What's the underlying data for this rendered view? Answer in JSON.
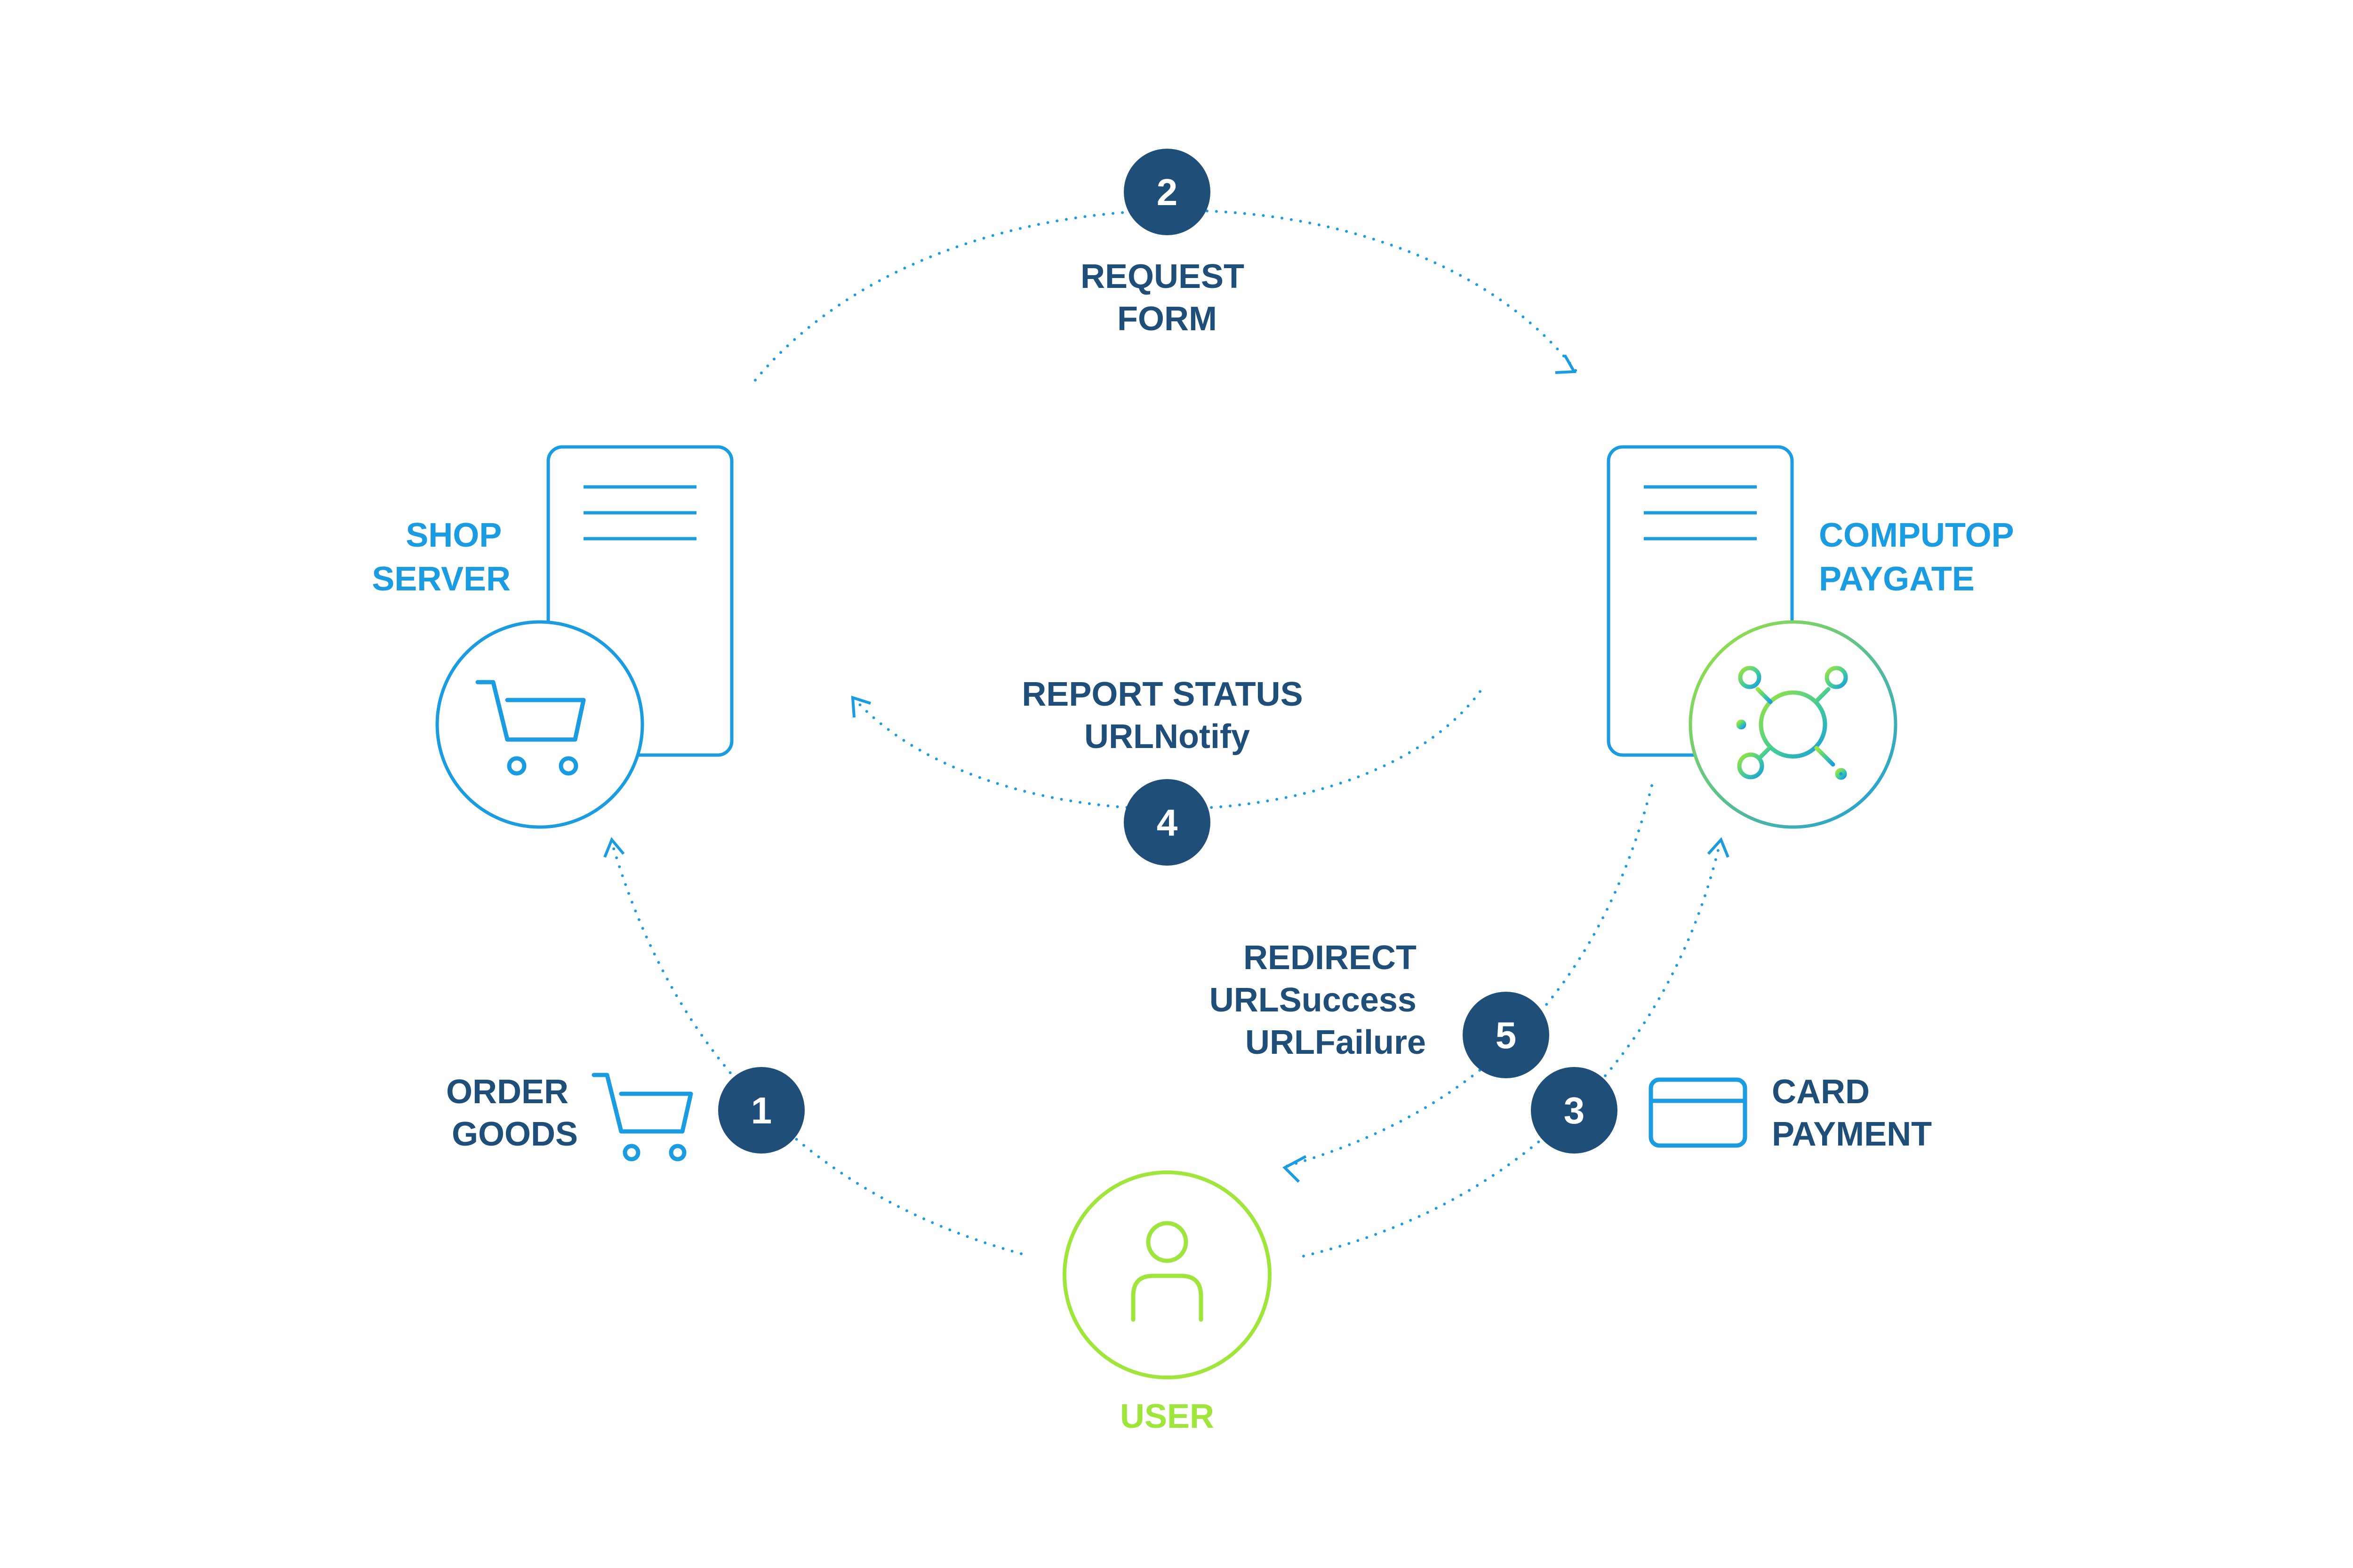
{
  "colors": {
    "dark_navy": "#1f4e79",
    "bright_blue": "#1b9be0",
    "lime_green": "#9fe53c",
    "flow_line": "#1b9be0",
    "background": "#ffffff"
  },
  "nodes": {
    "shop_server": {
      "label_line1": "SHOP",
      "label_line2": "SERVER",
      "icon": "cart-icon"
    },
    "computop_paygate": {
      "label_line1": "COMPUTOP",
      "label_line2": "PAYGATE",
      "icon": "network-hub-icon"
    },
    "user": {
      "label": "USER",
      "icon": "person-icon"
    }
  },
  "steps": [
    {
      "number": "1",
      "lines": [
        "ORDER",
        "GOODS"
      ],
      "icon": "cart-icon"
    },
    {
      "number": "2",
      "lines": [
        "REQUEST",
        "FORM"
      ]
    },
    {
      "number": "3",
      "lines": [
        "CARD",
        "PAYMENT"
      ],
      "icon": "credit-card-icon"
    },
    {
      "number": "4",
      "lines": [
        "REPORT STATUS",
        "URLNotify"
      ]
    },
    {
      "number": "5",
      "lines": [
        "REDIRECT",
        "URLSuccess",
        "URLFailure"
      ]
    }
  ]
}
